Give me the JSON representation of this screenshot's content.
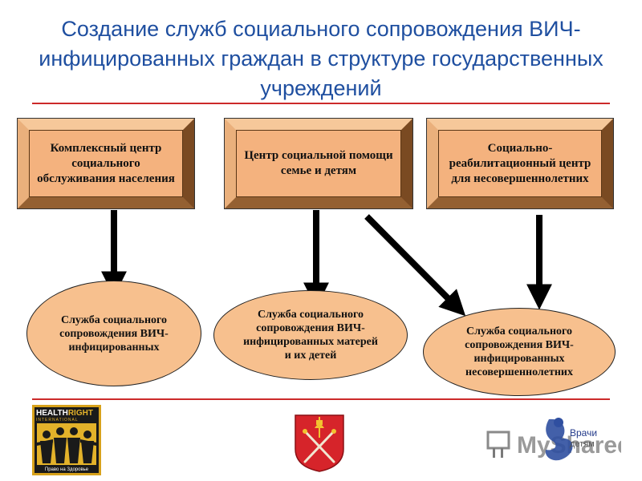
{
  "title": "Создание служб социального сопровождения ВИЧ-инфицированных граждан в структуре государственных учреждений",
  "institutions": [
    "Комплексный центр социального обслуживания населения",
    "Центр социальной помощи семье и детям",
    "Социально-реабилитационный центр для несовершеннолетних"
  ],
  "services": [
    "Служба социального сопровождения ВИЧ-инфицированных",
    "Служба социального сопровождения ВИЧ-инфицированных матерей и их детей",
    "Служба социального сопровождения ВИЧ-инфицированных несовершеннолетних"
  ],
  "logos": {
    "healthright_health": "HEALTH",
    "healthright_right": "RIGHT",
    "healthright_sub": "INTERNATIONAL",
    "healthright_tagline": "Право на Здоровье",
    "vrachi_detyam_line1": "Врачи",
    "vrachi_detyam_line2": "детям"
  },
  "colors": {
    "title": "#1f4fa0",
    "rule": "#cc2a2a",
    "box_fill": "#f4b27e",
    "ellipse_fill": "#f7c08e"
  }
}
